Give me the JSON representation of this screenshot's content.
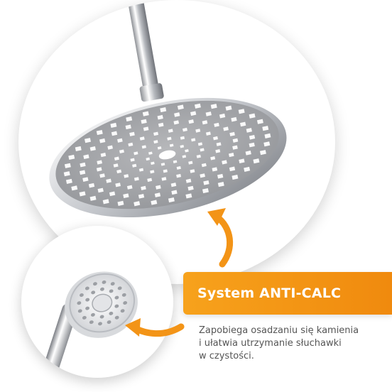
{
  "feature": {
    "title": "System ANTI-CALC",
    "description_lines": [
      "Zapobiega osadzaniu się kamienia",
      "i ułatwia utrzymanie słuchawki",
      "w czystości."
    ]
  },
  "images": {
    "top": "rain-shower-head-icon",
    "bottom": "hand-shower-head-icon"
  },
  "colors": {
    "accent": "#f39417",
    "text": "#555555",
    "chrome": "#c9cbcf",
    "faceplate": "#a7a8ab"
  }
}
